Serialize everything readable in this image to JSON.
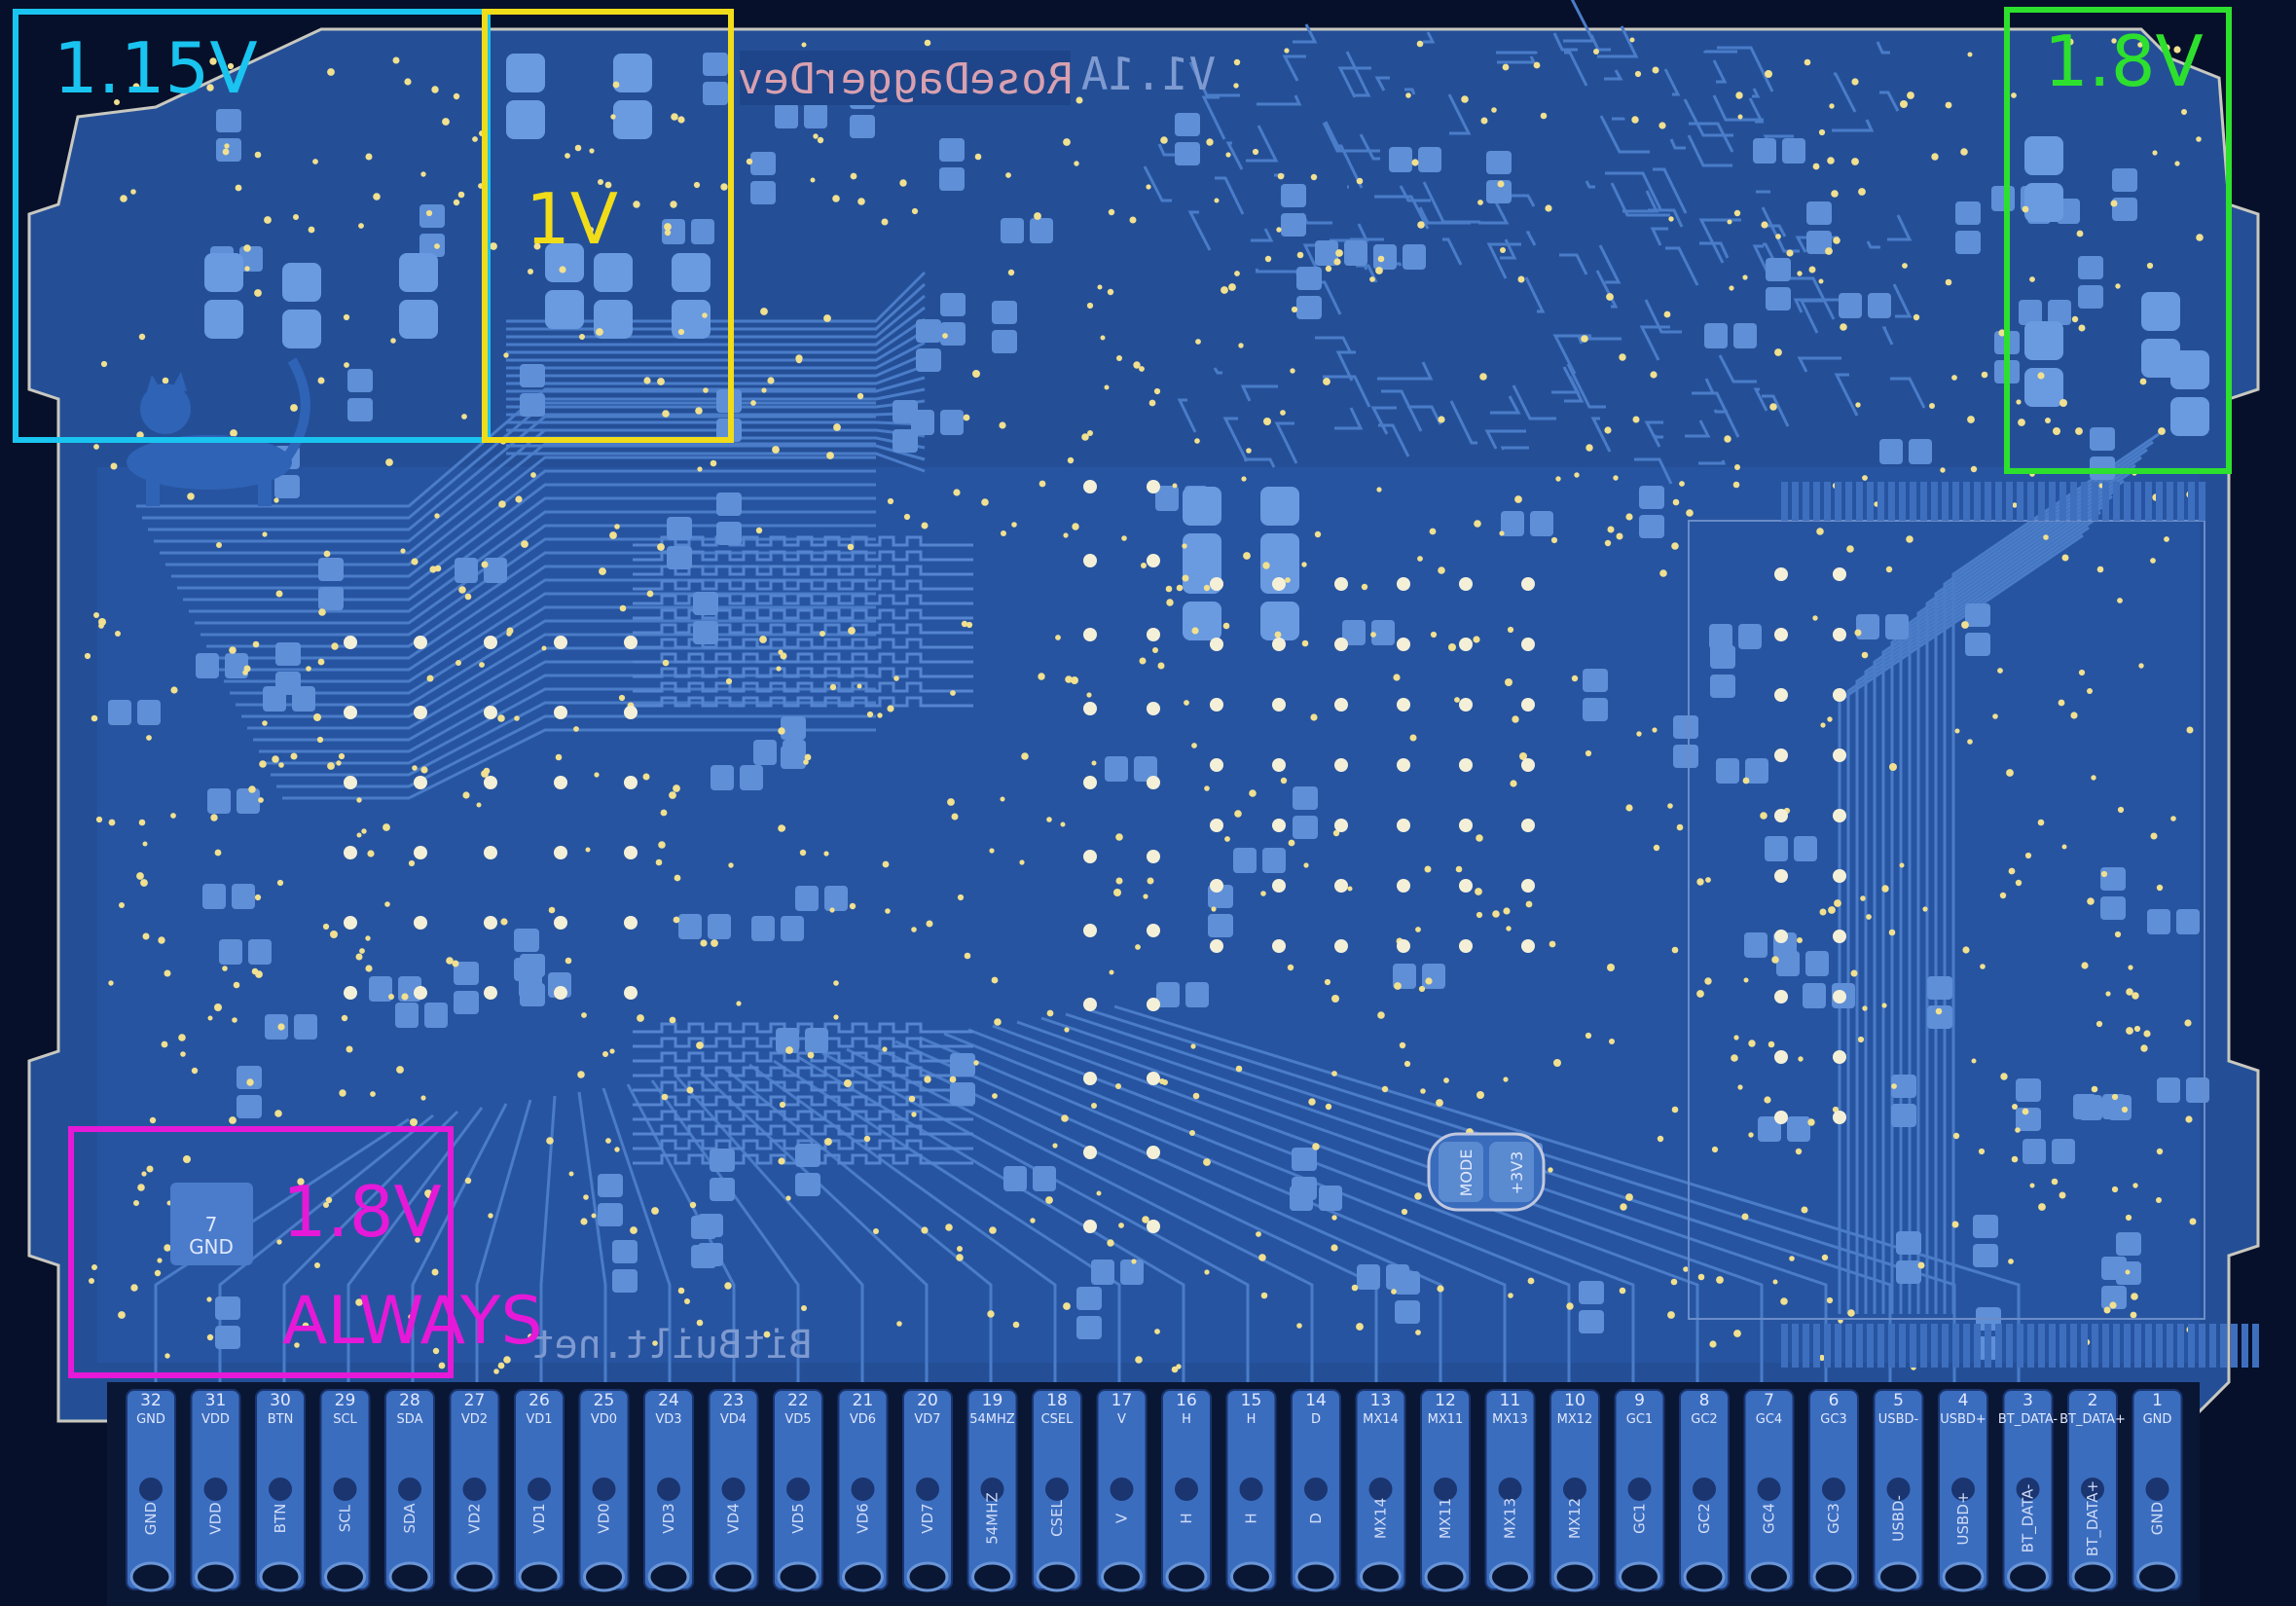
{
  "board": {
    "silkscreen_title": "RoseDaggerDev",
    "silkscreen_version": "V1.1A",
    "silkscreen_vendor": "BitBuilt.net",
    "colors": {
      "background": "#07102a",
      "copper": "#2a5aa8",
      "trace": "#4a7cc8",
      "pad": "#6a9ad8",
      "silk": "#e8e0a8",
      "via": "#f0e090"
    }
  },
  "regions": [
    {
      "label": "1.15V",
      "color": "#19c4f0"
    },
    {
      "label": "1V",
      "color": "#f0dc19"
    },
    {
      "label": "1.8V",
      "color": "#2ee02e"
    },
    {
      "label": "1.8V",
      "sublabel": "ALWAYS",
      "color": "#e619d8"
    }
  ],
  "components": {
    "mode_switch": {
      "pin1": "MODE",
      "pin2": "+3V3"
    },
    "ic_pin": {
      "num": "7",
      "net": "GND"
    }
  },
  "connector": {
    "pins": [
      {
        "num": "32",
        "net": "GND"
      },
      {
        "num": "31",
        "net": "VDD"
      },
      {
        "num": "30",
        "net": "BTN"
      },
      {
        "num": "29",
        "net": "SCL"
      },
      {
        "num": "28",
        "net": "SDA"
      },
      {
        "num": "27",
        "net": "VD2"
      },
      {
        "num": "26",
        "net": "VD1"
      },
      {
        "num": "25",
        "net": "VD0"
      },
      {
        "num": "24",
        "net": "VD3"
      },
      {
        "num": "23",
        "net": "VD4"
      },
      {
        "num": "22",
        "net": "VD5"
      },
      {
        "num": "21",
        "net": "VD6"
      },
      {
        "num": "20",
        "net": "VD7"
      },
      {
        "num": "19",
        "net": "54MHZ"
      },
      {
        "num": "18",
        "net": "CSEL"
      },
      {
        "num": "17",
        "net": "V"
      },
      {
        "num": "16",
        "net": "H"
      },
      {
        "num": "15",
        "net": "H"
      },
      {
        "num": "14",
        "net": "D"
      },
      {
        "num": "13",
        "net": "MX14"
      },
      {
        "num": "12",
        "net": "MX11"
      },
      {
        "num": "11",
        "net": "MX13"
      },
      {
        "num": "10",
        "net": "MX12"
      },
      {
        "num": "9",
        "net": "GC1"
      },
      {
        "num": "8",
        "net": "GC2"
      },
      {
        "num": "7",
        "net": "GC4"
      },
      {
        "num": "6",
        "net": "GC3"
      },
      {
        "num": "5",
        "net": "USBD-"
      },
      {
        "num": "4",
        "net": "USBD+"
      },
      {
        "num": "3",
        "net": "BT_DATA-"
      },
      {
        "num": "2",
        "net": "BT_DATA+"
      },
      {
        "num": "1",
        "net": "GND"
      }
    ]
  }
}
